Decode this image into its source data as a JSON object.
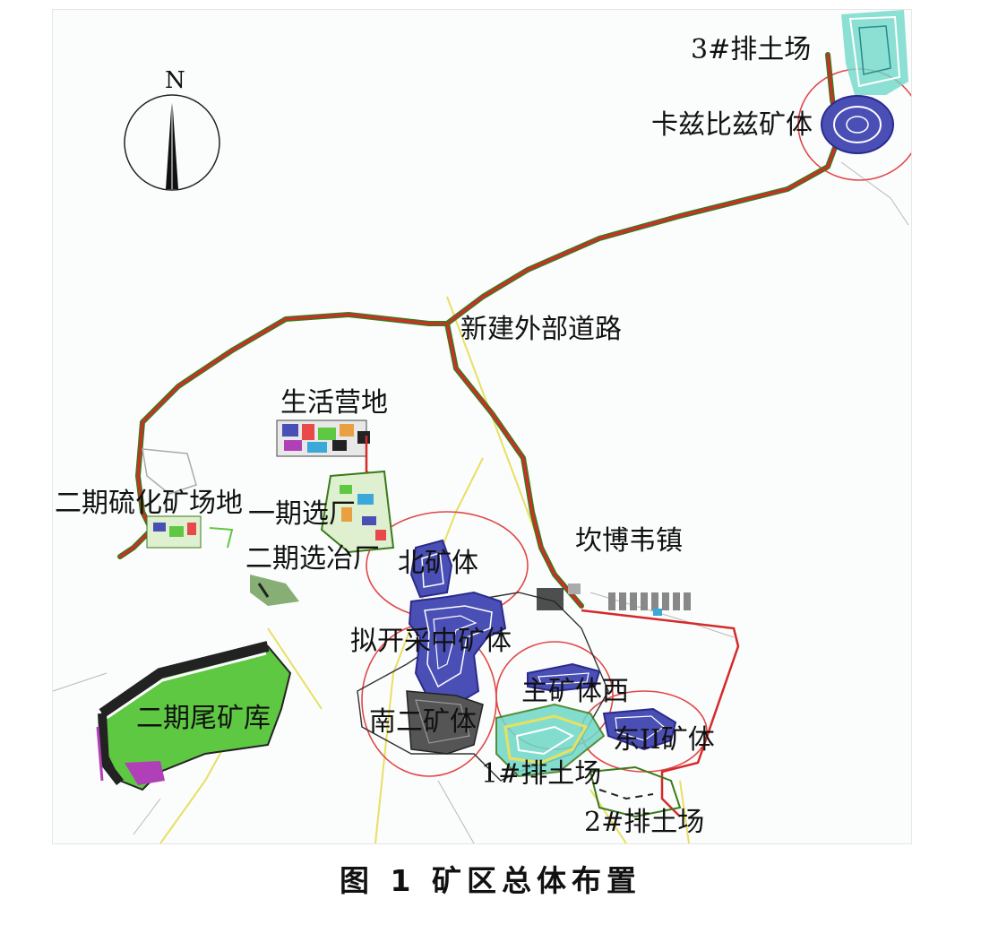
{
  "caption": "图 1  矿区总体布置",
  "north_arrow": {
    "label": "N",
    "icon": "north-arrow-icon"
  },
  "labels": {
    "dump3": "3#排土场",
    "kazibizi": "卡兹比兹矿体",
    "new_road": "新建外部道路",
    "living_camp": "生活营地",
    "phase2_sulfide": "二期硫化矿场地",
    "phase1_mill": "一期选厂",
    "phase2_mill_smelter": "二期选冶厂",
    "north_orebody": "北矿体",
    "kanbowei_town": "坎博韦镇",
    "planned_middle_orebody": "拟开采中矿体",
    "main_orebody_west": "主矿体西",
    "south2_orebody": "南二矿体",
    "east2_orebody": "东II矿体",
    "phase2_tailings": "二期尾矿库",
    "dump1": "1#排土场",
    "dump2": "2#排土场"
  },
  "colors": {
    "road": "#d42a2a",
    "road_edge": "#3a7a1a",
    "orebody": "#4a4fb5",
    "orebody_outline": "#2a2a8a",
    "tailings_green": "#5ec842",
    "tailings_purple": "#b040b8",
    "dump_cyan": "#6fd8c8",
    "blast_circle": "#e04848",
    "yellow_line": "#e8e060"
  }
}
